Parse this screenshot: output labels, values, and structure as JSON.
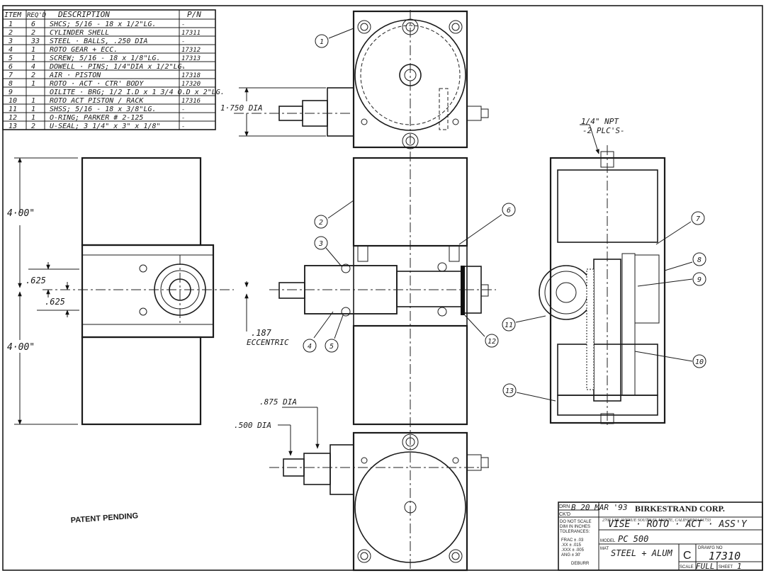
{
  "bom": {
    "headers": [
      "ITEM",
      "REQ'D",
      "DESCRIPTION",
      "P/N"
    ],
    "rows": [
      [
        "1",
        "6",
        "SHCS; 5/16 - 18 x 1/2\"LG.",
        "-"
      ],
      [
        "2",
        "2",
        "CYLINDER SHELL",
        "17311"
      ],
      [
        "3",
        "33",
        "STEEL · BALLS, .250 DIA",
        "-"
      ],
      [
        "4",
        "1",
        "ROTO GEAR + ECC.",
        "17312"
      ],
      [
        "5",
        "1",
        "SCREW; 5/16 - 18 x 1/8\"LG.",
        "17313"
      ],
      [
        "6",
        "4",
        "DOWELL · PINS; 1/4\"DIA x 1/2\"LG.",
        "-"
      ],
      [
        "7",
        "2",
        "AIR · PISTON",
        "17318"
      ],
      [
        "8",
        "1",
        "ROTO · ACT · CTR' BODY",
        "17320"
      ],
      [
        "9",
        "",
        "OILITE · BRG; 1/2 I.D x 1 3/4 O.D x 2\"LG.",
        ""
      ],
      [
        "10",
        "1",
        "ROTO ACT PISTON / RACK",
        "17316"
      ],
      [
        "11",
        "1",
        "SHSS; 5/16 - 18 x 3/8\"LG.",
        "-"
      ],
      [
        "12",
        "1",
        "O-RING; PARKER # 2-125",
        "-"
      ],
      [
        "13",
        "2",
        "U-SEAL; 3 1/4\" x 3\" x 1/8\"",
        "-"
      ]
    ]
  },
  "dimensions": {
    "dia_1750": "1·750 DIA",
    "height_top": "4·00\"",
    "height_bottom": "4·00\"",
    "offset_a": ".625",
    "offset_b": ".625",
    "eccentric_value": ".187",
    "eccentric_label": "ECCENTRIC",
    "dia_875": ".875 DIA",
    "dia_500": ".500 DIA",
    "npt_line1": "1/4\" NPT",
    "npt_line2": "-2 PLC'S-"
  },
  "balloons": [
    "1",
    "2",
    "3",
    "4",
    "5",
    "6",
    "7",
    "8",
    "9",
    "10",
    "11",
    "12",
    "13"
  ],
  "patent_text": "PATENT PENDING",
  "title_block": {
    "drawn_label": "DRN",
    "checked_label": "CK'D",
    "drawn_value": "B 20 MAR '93",
    "company": "BIRKESTRAND CORP.",
    "address": "2705 LEE AVENUE   SOUTH EL MONTE, CALIFORNIA 91733",
    "notice_1": "DO NOT SCALE",
    "notice_2": "DIM IN INCHES",
    "notice_3": "TOLERANCES:",
    "tolerances": [
      "FRAC ± .03",
      ".XX ± .015",
      ".XXX ± .005",
      "ANG ± 30'"
    ],
    "deburr": "DEBURR",
    "title": "VISE · ROTO · ACT · ASS'Y",
    "model_label": "MODEL",
    "model_value": "PC 500",
    "material_label": "MAT",
    "material_value": "STEEL + ALUM",
    "size_value": "C",
    "dwg_label": "DRAW'G NO",
    "dwg_value": "17310",
    "scale_label": "SCALE",
    "scale_value": "FULL",
    "sheet_label": "SHEET",
    "sheet_value": "1"
  }
}
